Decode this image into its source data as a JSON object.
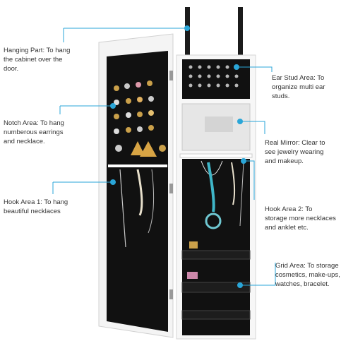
{
  "accent_color": "#2aa6d8",
  "callouts": [
    {
      "id": "hanging",
      "lines": [
        "Hanging Part: To hang",
        "the cabinet over the",
        "door."
      ]
    },
    {
      "id": "notch",
      "lines": [
        "Notch Area: To hang",
        "numberous earrings",
        "and necklace."
      ]
    },
    {
      "id": "hook1",
      "lines": [
        "Hook Area 1: To hang",
        "beautiful necklaces"
      ]
    },
    {
      "id": "earstud",
      "lines": [
        "Ear Stud Area: To",
        "organize multi ear",
        "studs."
      ]
    },
    {
      "id": "mirror",
      "lines": [
        "Real Mirror: Clear to",
        "see jewelry wearing",
        "and makeup."
      ]
    },
    {
      "id": "hook2",
      "lines": [
        "Hook Area 2: To",
        "storage more necklaces",
        "and anklet etc."
      ]
    },
    {
      "id": "grid",
      "lines": [
        "Grid Area: To storage",
        "cosmetics, make-ups,",
        "watches, bracelet."
      ]
    }
  ]
}
